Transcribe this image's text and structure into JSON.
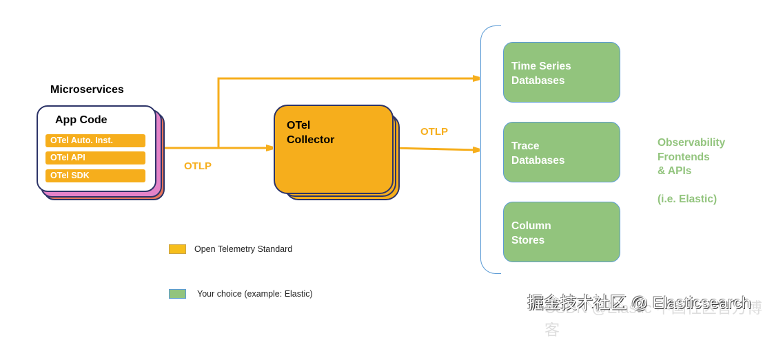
{
  "microservices": {
    "title": "Microservices",
    "app_code": {
      "title": "App Code",
      "components": [
        "OTel Auto. Inst.",
        "OTel API",
        "OTel SDK"
      ]
    }
  },
  "collector": {
    "title_line1": "OTel",
    "title_line2": "Collector"
  },
  "protocols": {
    "app_to_collector": "OTLP",
    "collector_to_backends": "OTLP"
  },
  "destinations": [
    {
      "line1": "Time Series",
      "line2": "Databases"
    },
    {
      "line1": "Trace",
      "line2": "Databases"
    },
    {
      "line1": "Column",
      "line2": "Stores"
    }
  ],
  "observability": {
    "lines": [
      "Observability",
      "Frontends",
      "& APIs"
    ],
    "example": "(i.e. Elastic)"
  },
  "legend": [
    {
      "label": "Open Telemetry Standard",
      "color": "#f6be1c"
    },
    {
      "label": "Your choice (example: Elastic)",
      "color": "#92c47d"
    }
  ],
  "colors": {
    "otel_orange": "#f6ae1c",
    "choice_green": "#92c47d",
    "outline_navy": "#2d3468",
    "brace_blue": "#5b9bd5"
  },
  "watermark": {
    "primary": "掘金技术社区 @ Elasticsearch",
    "secondary": "CSDN @Elastic 中国社区官方博客"
  }
}
